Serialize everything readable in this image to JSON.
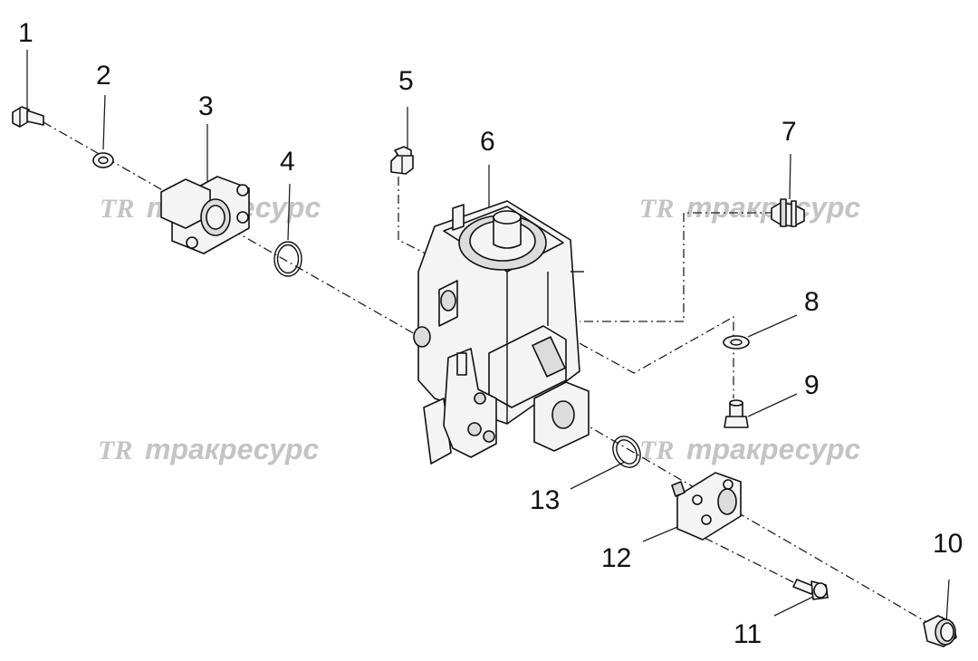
{
  "watermark": {
    "logo": "TR",
    "text": "тракресурс",
    "color": "#c4c4c4"
  },
  "callouts": [
    "1",
    "2",
    "3",
    "4",
    "5",
    "6",
    "7",
    "8",
    "9",
    "10",
    "11",
    "12",
    "13"
  ]
}
